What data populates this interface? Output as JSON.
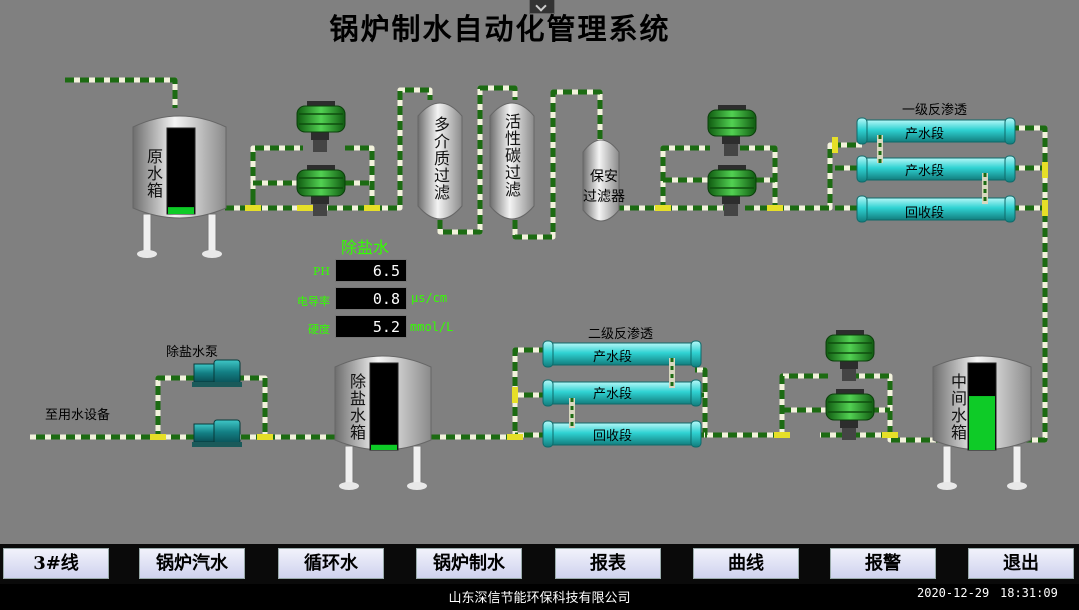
{
  "title": "锅炉制水自动化管理系统",
  "labels": {
    "raw_tank": "原水箱",
    "multi_filter": "多介质过滤",
    "carbon_filter": "活性碳过滤",
    "security_filter_1": "保安",
    "security_filter_2": "过滤器",
    "ro1_title": "一级反渗透",
    "ro2_title": "二级反渗透",
    "desalt_pump": "除盐水泵",
    "desalt_tank": "除盐水箱",
    "mid_tank": "中间水箱",
    "to_equipment": "至用水设备"
  },
  "ro1_stages": [
    "产水段",
    "产水段",
    "回收段"
  ],
  "ro2_stages": [
    "产水段",
    "产水段",
    "回收段"
  ],
  "monitor": {
    "title": "除盐水",
    "rows": [
      {
        "label": "PH",
        "value": "6.5",
        "unit": ""
      },
      {
        "label": "电导率",
        "value": "0.8",
        "unit": "μs/cm"
      },
      {
        "label": "硬度",
        "value": "5.2",
        "unit": "mmol/L"
      }
    ]
  },
  "levels": {
    "raw_tank": 0.08,
    "desalt_tank": 0.06,
    "mid_tank": 0.62
  },
  "nav": {
    "items": [
      "3#线",
      "锅炉汽水",
      "循环水",
      "锅炉制水",
      "报表",
      "曲线",
      "报警",
      "退出"
    ]
  },
  "footer": {
    "company": "山东深信节能环保科技有限公司",
    "date": "2020-12-29",
    "time": "18:31:09"
  },
  "colors": {
    "background": "#808080",
    "pipe_green": "#1c6b12",
    "pipe_light": "#f2f2dc",
    "level_green": "#0ecb27",
    "membrane_cyan": "#2fd2d2",
    "pump_green": "#2aa52a",
    "valve_yellow": "#e6df28"
  }
}
